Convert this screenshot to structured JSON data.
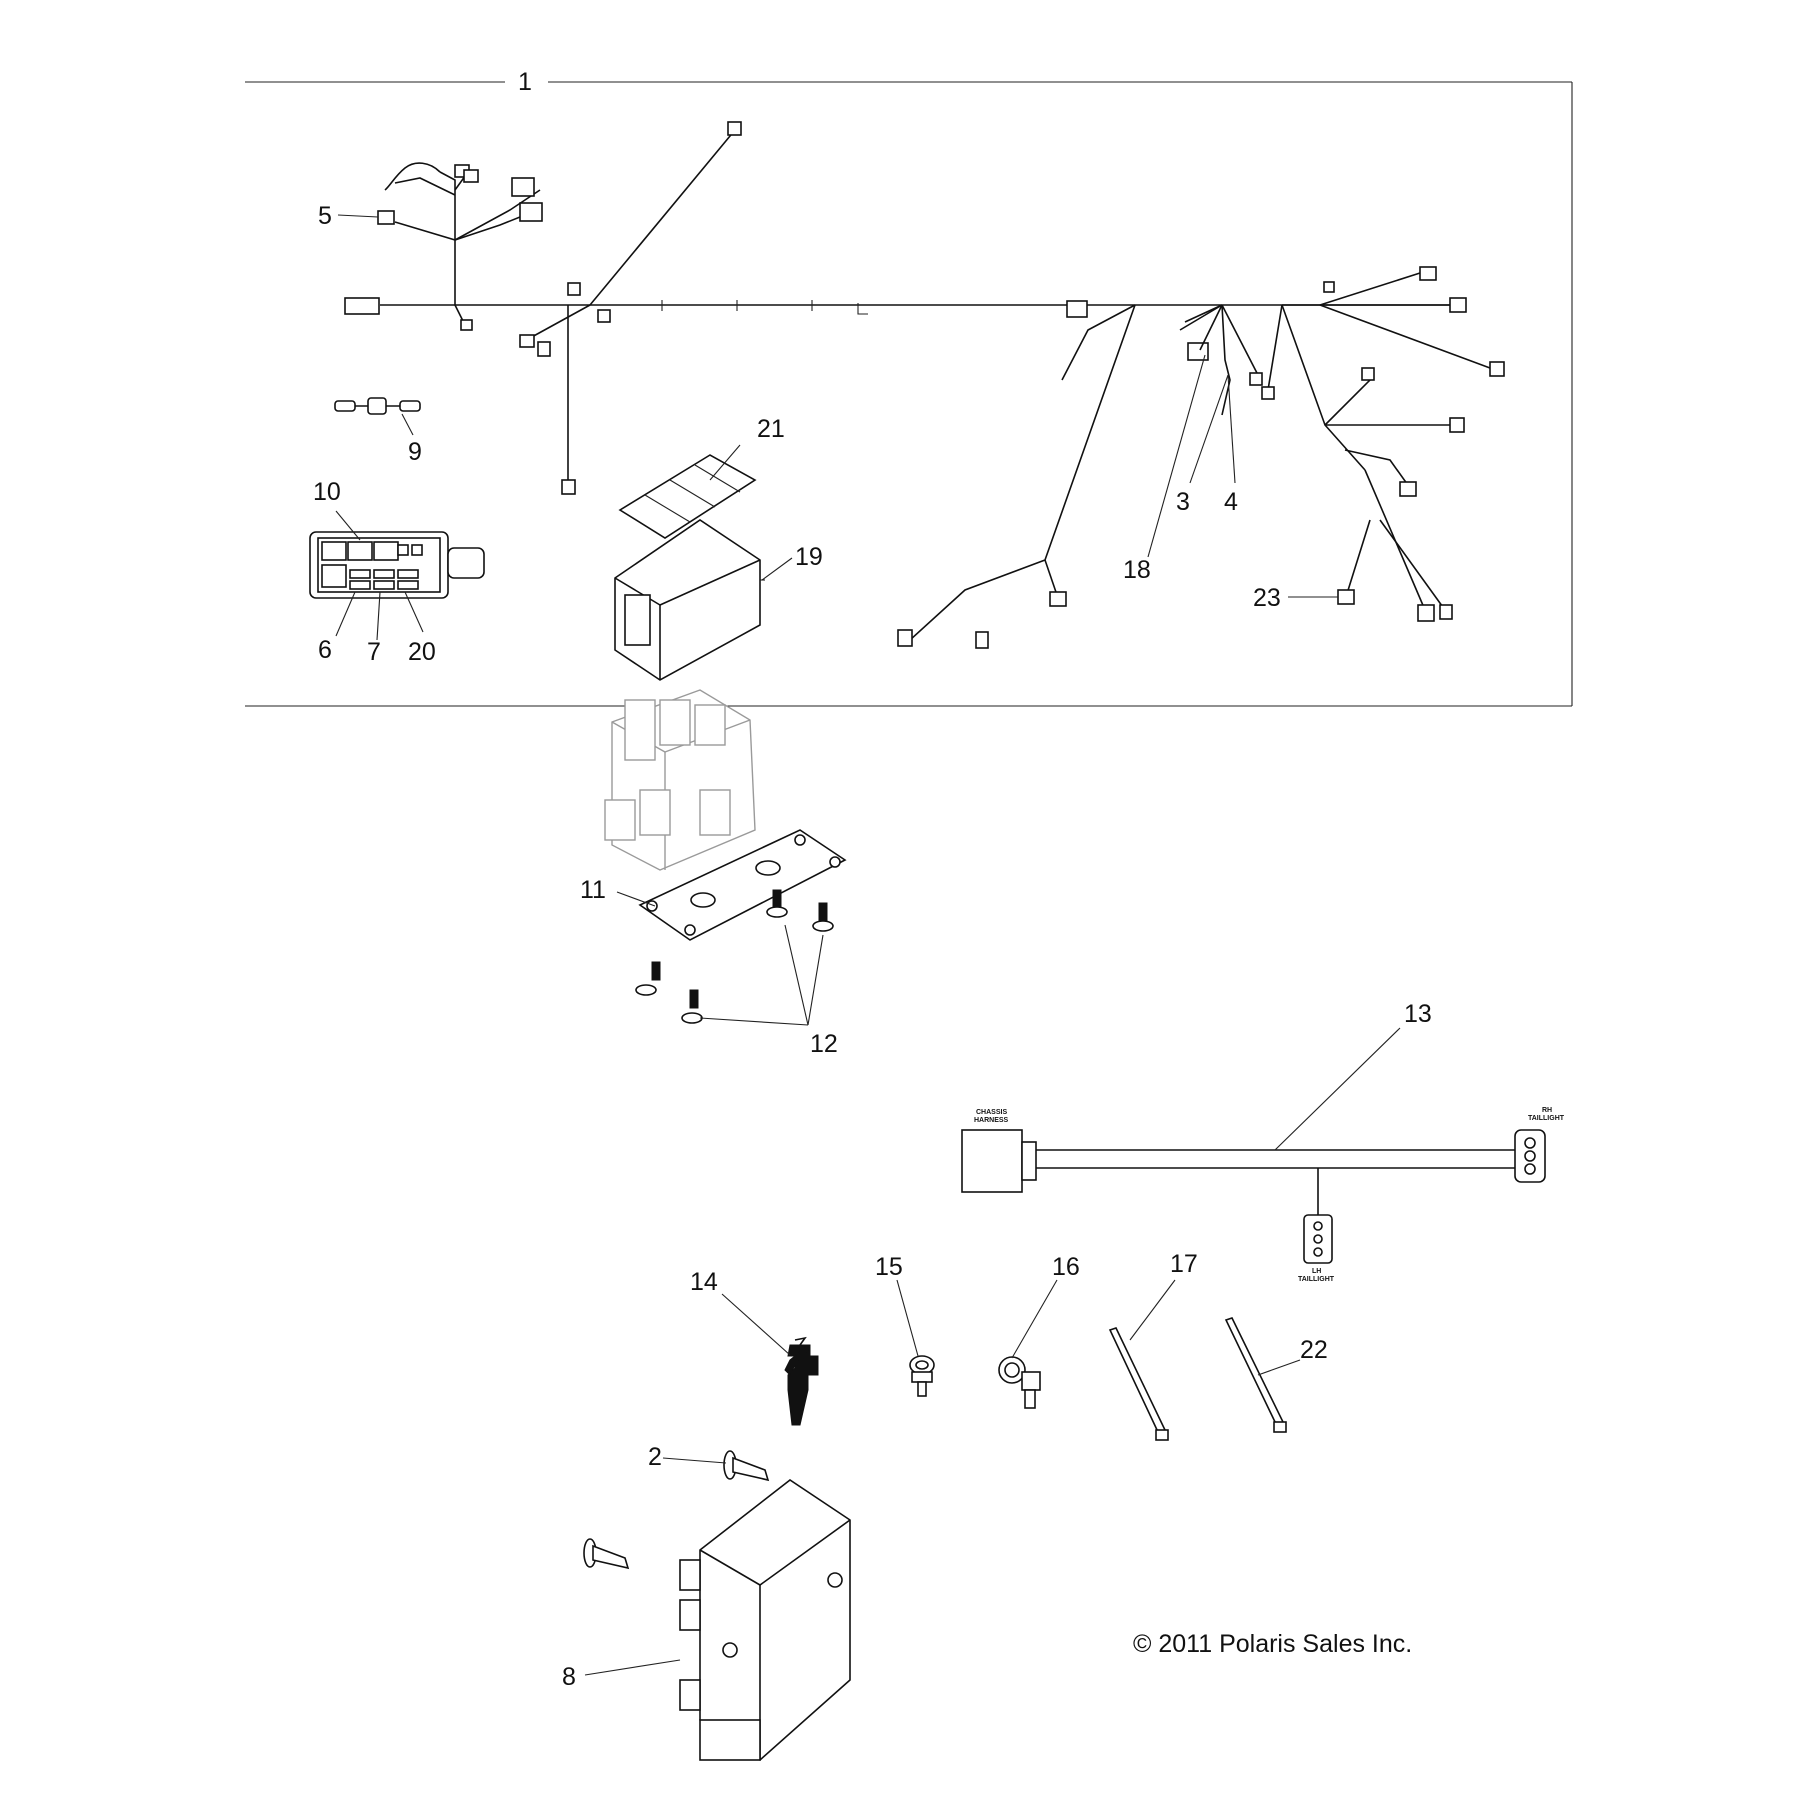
{
  "callouts": {
    "c1": "1",
    "c2": "2",
    "c3": "3",
    "c4": "4",
    "c5": "5",
    "c6": "6",
    "c7": "7",
    "c8": "8",
    "c9": "9",
    "c10": "10",
    "c11": "11",
    "c12": "12",
    "c13": "13",
    "c14": "14",
    "c15": "15",
    "c16": "16",
    "c17": "17",
    "c18": "18",
    "c19": "19",
    "c20": "20",
    "c21": "21",
    "c22": "22",
    "c23": "23"
  },
  "harness_labels": {
    "chassis_line1": "CHASSIS",
    "chassis_line2": "HARNESS",
    "rh_line1": "RH",
    "rh_line2": "TAILLIGHT",
    "lh_line1": "LH",
    "lh_line2": "TAILLIGHT"
  },
  "copyright": "© 2011 Polaris Sales Inc."
}
